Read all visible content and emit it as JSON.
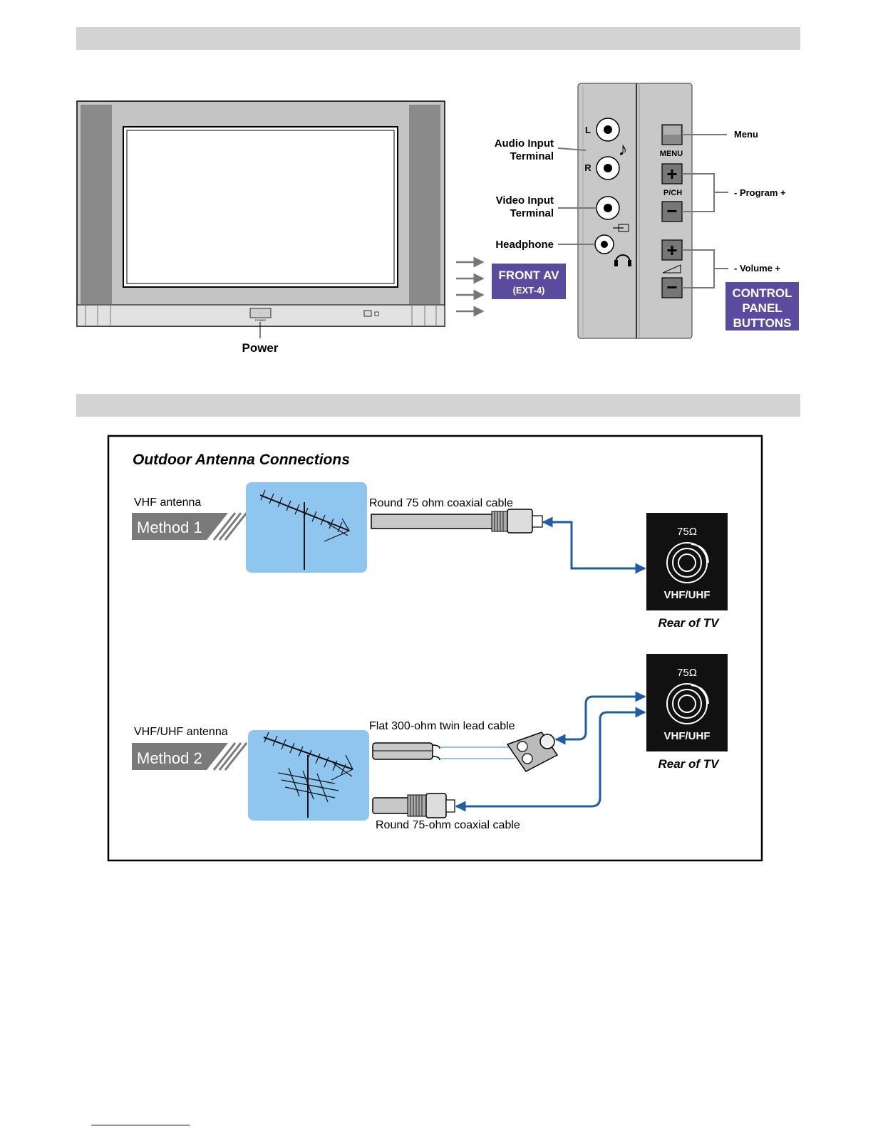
{
  "tv_front": {
    "power_label": "Power",
    "power_button_text": "POWER",
    "audio_input_label": [
      "Audio Input",
      "Terminal"
    ],
    "video_input_label": [
      "Video Input",
      "Terminal"
    ],
    "headphone_label": "Headphone",
    "left_channel": "L",
    "right_channel": "R",
    "front_av_badge": [
      "FRONT AV",
      "(EXT-4)"
    ],
    "menu_button_text": "MENU",
    "menu_label": "Menu",
    "pch_button_text": "P/CH",
    "program_label": "- Program +",
    "volume_label": "- Volume +",
    "control_panel_badge": [
      "CONTROL",
      "PANEL",
      "BUTTONS"
    ],
    "plus_sign": "+",
    "minus_sign": "−"
  },
  "antenna": {
    "title": "Outdoor Antenna Connections",
    "method1": {
      "antenna_label": "VHF antenna",
      "method_badge": "Method 1",
      "cable_label": "Round 75 ohm coaxial cable"
    },
    "method2": {
      "antenna_label": "VHF/UHF antenna",
      "method_badge": "Method 2",
      "cable_label_flat": "Flat 300-ohm twin lead cable",
      "cable_label_round": "Round 75-ohm coaxial cable"
    },
    "socket_ohm": "75Ω",
    "socket_band": "VHF/UHF",
    "rear_label": "Rear of TV"
  },
  "colors": {
    "header_bar": "#d3d3d3",
    "badge_purple": "#5b4b9e",
    "sky_blue": "#8ec6ef",
    "cable_blue": "#1f5ca8",
    "panel_grey": "#c8c8c8",
    "method_badge_grey": "#7a7a7a"
  }
}
